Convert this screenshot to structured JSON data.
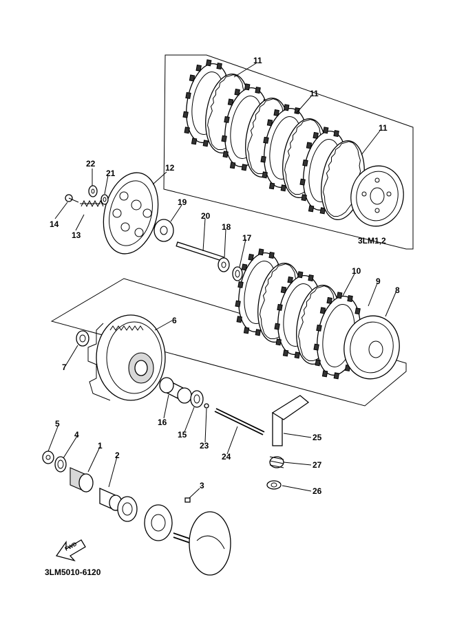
{
  "diagram": {
    "kit_label": "3LM1,2",
    "footer_code": "3LM5010-6120",
    "fwd_label": "FWD",
    "parts": [
      {
        "id": "1"
      },
      {
        "id": "2"
      },
      {
        "id": "3"
      },
      {
        "id": "4"
      },
      {
        "id": "5"
      },
      {
        "id": "6"
      },
      {
        "id": "7"
      },
      {
        "id": "8"
      },
      {
        "id": "9"
      },
      {
        "id": "10"
      },
      {
        "id": "11"
      },
      {
        "id": "11"
      },
      {
        "id": "11"
      },
      {
        "id": "12"
      },
      {
        "id": "13"
      },
      {
        "id": "14"
      },
      {
        "id": "15"
      },
      {
        "id": "16"
      },
      {
        "id": "17"
      },
      {
        "id": "18"
      },
      {
        "id": "19"
      },
      {
        "id": "20"
      },
      {
        "id": "21"
      },
      {
        "id": "22"
      },
      {
        "id": "23"
      },
      {
        "id": "24"
      },
      {
        "id": "25"
      },
      {
        "id": "26"
      },
      {
        "id": "27"
      }
    ]
  }
}
